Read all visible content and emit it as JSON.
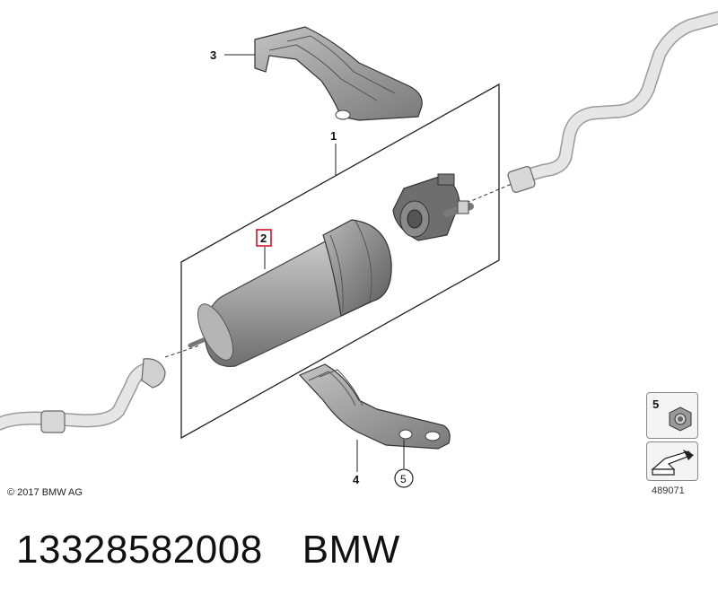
{
  "callouts": {
    "c1": "1",
    "c2": "2",
    "c3": "3",
    "c4": "4",
    "c5": "5"
  },
  "legend": {
    "item_number": "5",
    "reference_number": "489071"
  },
  "footer": {
    "copyright": "© 2017 BMW AG",
    "part_number": "13328582008",
    "brand": "BMW"
  },
  "colors": {
    "line": "#222222",
    "hose": "#d9d9d9",
    "filter": "#a9a9a9",
    "bracket": "#9a9a9a",
    "highlight": "#d0021b"
  }
}
